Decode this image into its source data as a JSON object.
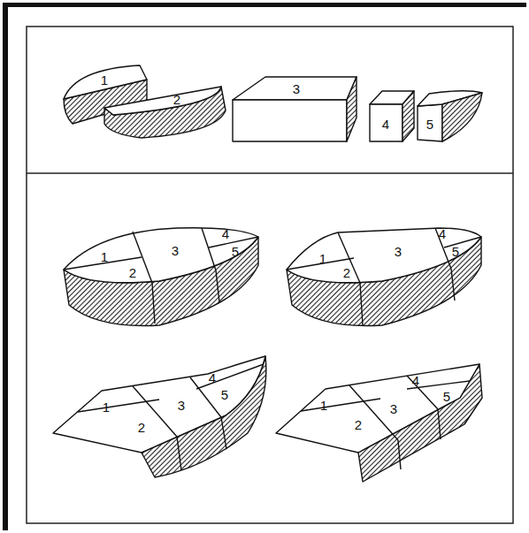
{
  "diagram": {
    "labels": [
      "1",
      "2",
      "3",
      "4",
      "5",
      "1",
      "2",
      "3",
      "4",
      "5",
      "1",
      "2",
      "3",
      "4",
      "5",
      "1",
      "2",
      "3",
      "4",
      "5",
      "1",
      "2",
      "3",
      "4",
      "5"
    ]
  }
}
